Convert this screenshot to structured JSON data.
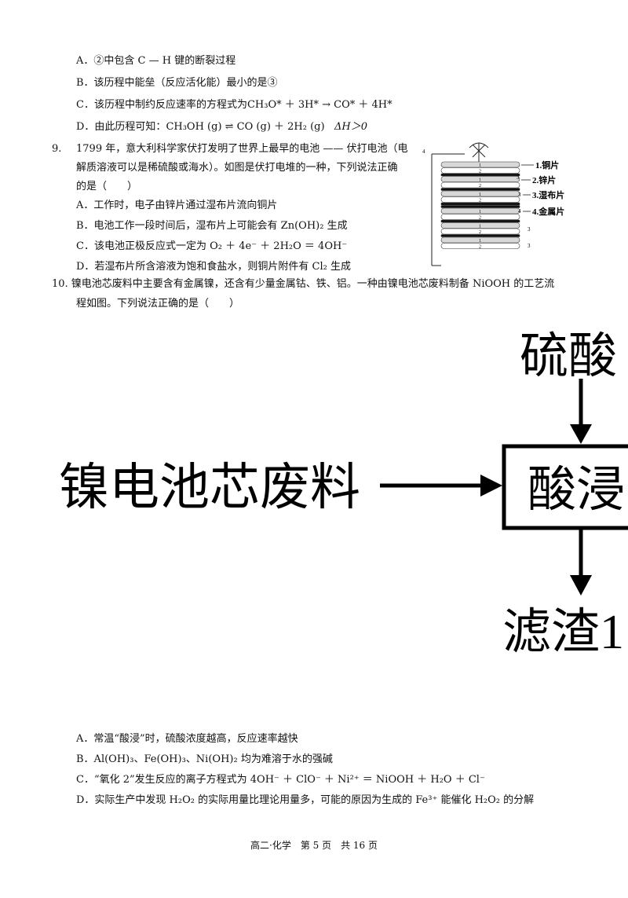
{
  "q8": {
    "optA": "A．②中包含 C — H 键的断裂过程",
    "optB": "B．该历程中能垒（反应活化能）最小的是③",
    "optC_pre": "C．该历程中制约反应速率的方程式为",
    "optC_eq": "CH₃O* ＋ 3H* → CO* ＋ 4H*",
    "optD_pre": "D．由此历程可知：",
    "optD_eq": "CH₃OH (g) ⇌ CO (g) ＋ 2H₂ (g)",
    "optD_dh": "ΔH＞0"
  },
  "q9": {
    "num": "9.",
    "stem1": "1799 年，意大利科学家伏打发明了世界上最早的电池 —— 伏打电池（电",
    "stem2": "解质溶液可以是稀硫酸或海水）。如图是伏打电堆的一种，下列说法正确",
    "stem3": "的是（　　）",
    "optA": "A．工作时，电子由锌片通过湿布片流向铜片",
    "optB": "B．电池工作一段时间后，湿布片上可能会有 Zn(OH)₂ 生成",
    "optC": "C．该电池正极反应式一定为 O₂ ＋ 4e⁻ ＋ 2H₂O ＝ 4OH⁻",
    "optD": "D．若湿布片所含溶液为饱和食盐水，则铜片附件有 Cl₂ 生成",
    "figure": {
      "label1": "1.铜片",
      "label2": "2.锌片",
      "label3": "3.湿布片",
      "label4": "4.金属片",
      "n1": "1",
      "n2": "2",
      "n3": "3",
      "n4": "4"
    }
  },
  "q10": {
    "stem1": "10. 镍电池芯废料中主要含有金属镍，还含有少量金属钴、铁、铝。一种由镍电池芯废料制备 NiOOH 的工艺流",
    "stem2": "程如图。下列说法正确的是（　　）",
    "flow": {
      "reagent": "硫酸",
      "input": "镍电池芯废料",
      "step": "酸浸",
      "residue": "滤渣1"
    },
    "optA": "A．常温“酸浸”时，硫酸浓度越高，反应速率越快",
    "optB": "B．Al(OH)₃、Fe(OH)₃、Ni(OH)₂ 均为难溶于水的强碱",
    "optC": "C．“氧化 2”发生反应的离子方程式为 4OH⁻ ＋ ClO⁻ ＋ Ni²⁺ ＝ NiOOH ＋ H₂O ＋ Cl⁻",
    "optD": "D．实际生产中发现 H₂O₂ 的实际用量比理论用量多，可能的原因为生成的 Fe³⁺ 能催化 H₂O₂ 的分解"
  },
  "footer": "高二·化学　第 5 页　共 16 页"
}
